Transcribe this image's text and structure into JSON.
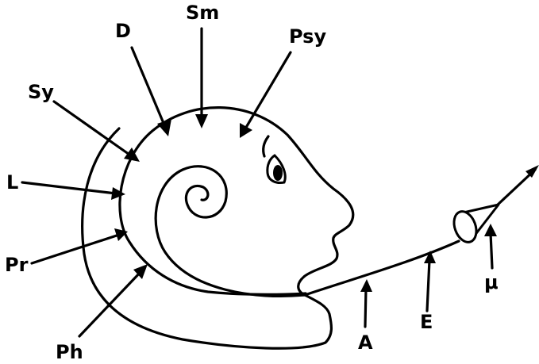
{
  "labels": {
    "D": "D",
    "Sm": "Sm",
    "Psy": "Psy",
    "Sy": "Sy",
    "L": "L",
    "Pr": "Pr",
    "Ph": "Ph",
    "A": "A",
    "E": "E",
    "mu": "μ"
  },
  "colors": {
    "ink": "#000000",
    "background": "#ffffff"
  }
}
